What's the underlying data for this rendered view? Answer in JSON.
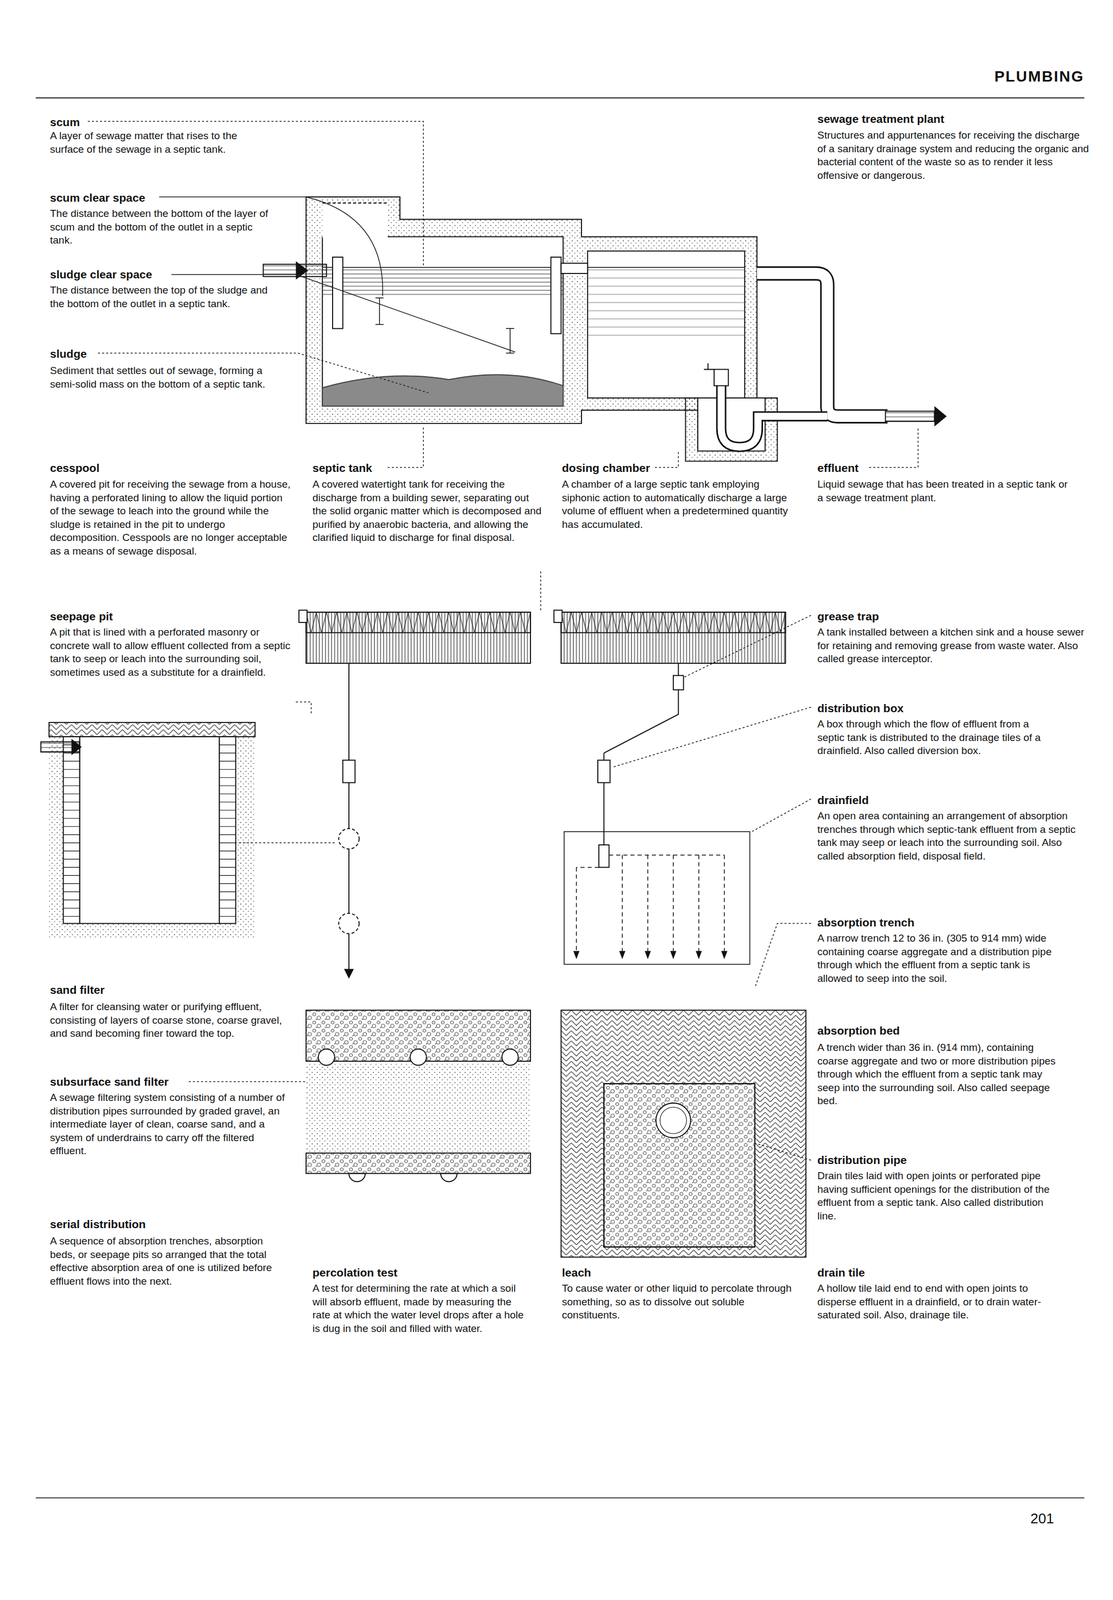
{
  "diagram": {
    "title": "PLUMBING",
    "labels": [
      "scum",
      "A layer of sewage matter that rises to the surface of the sewage in a septic tank.",
      "scum clear space",
      "The distance between the bottom of the layer of scum and the bottom of the outlet in a septic tank.",
      "sludge clear space",
      "The distance between the top of the sludge and the bottom of the outlet in a septic tank.",
      "sludge",
      "Sediment that settles out of sewage, forming a semi-solid mass on the bottom of a septic tank.",
      "sewage treatment plant",
      "Structures and appurtenances for receiving the discharge of a sanitary drainage system and reducing the organic and bacterial content of the waste so as to render it less offensive or dangerous.",
      "cesspool",
      "A covered pit for receiving the sewage from a house, having a perforated lining to allow the liquid portion of the sewage to leach into the ground while the sludge is retained in the pit to undergo decomposition. Cesspools are no longer acceptable as a means of sewage disposal.",
      "septic tank",
      "A covered watertight tank for receiving the discharge from a building sewer, separating out the solid organic matter which is decomposed and purified by anaerobic bacteria, and allowing the clarified liquid to discharge for final disposal.",
      "dosing chamber",
      "A chamber of a large septic tank employing siphonic action to automatically discharge a large volume of effluent when a predetermined quantity has accumulated.",
      "effluent",
      "Liquid sewage that has been treated in a septic tank or a sewage treatment plant.",
      "seepage pit",
      "A pit that is lined with a perforated masonry or concrete wall to allow effluent collected from a septic tank to seep or leach into the surrounding soil, sometimes used as a substitute for a drainfield.",
      "grease trap",
      "A tank installed between a kitchen sink and a house sewer for retaining and removing grease from waste water. Also called grease interceptor.",
      "distribution box",
      "A box through which the flow of effluent from a septic tank is distributed to the drainage tiles of a drainfield. Also called diversion box.",
      "drainfield",
      "An open area containing an arrangement of absorption trenches through which septic-tank effluent from a septic tank may seep or leach into the surrounding soil. Also called absorption field, disposal field.",
      "absorption trench",
      "A narrow trench 12 to 36 in. (305 to 914 mm) wide containing coarse aggregate and a distribution pipe through which the effluent from a septic tank is allowed to seep into the soil.",
      "absorption bed",
      "A trench wider than 36 in. (914 mm), containing coarse aggregate and two or more distribution pipes through which the effluent from a septic tank may seep into the surrounding soil. Also called seepage bed.",
      "distribution pipe",
      "Drain tiles laid with open joints or perforated pipe having sufficient openings for the distribution of the effluent from a septic tank. Also called distribution line.",
      "drain tile",
      "A hollow tile laid end to end with open joints to disperse effluent in a drainfield, or to drain water-saturated soil. Also, drainage tile.",
      "sand filter",
      "A filter for cleansing water or purifying effluent, consisting of layers of coarse stone, coarse gravel, and sand becoming finer toward the top.",
      "subsurface sand filter",
      "A sewage filtering system consisting of a number of distribution pipes surrounded by graded gravel, an intermediate layer of clean, coarse sand, and a system of underdrains to carry off the filtered effluent.",
      "serial distribution",
      "A sequence of absorption trenches, absorption beds, or seepage pits so arranged that the total effective absorption area of one is utilized before effluent flows into the next.",
      "percolation test",
      "A test for determining the rate at which a soil will absorb effluent, made by measuring the rate at which the water level drops after a hole is dug in the soil and filled with water.",
      "leach",
      "To cause water or other liquid to percolate through something, so as to dissolve out soluble constituents.",
      "201"
    ]
  }
}
